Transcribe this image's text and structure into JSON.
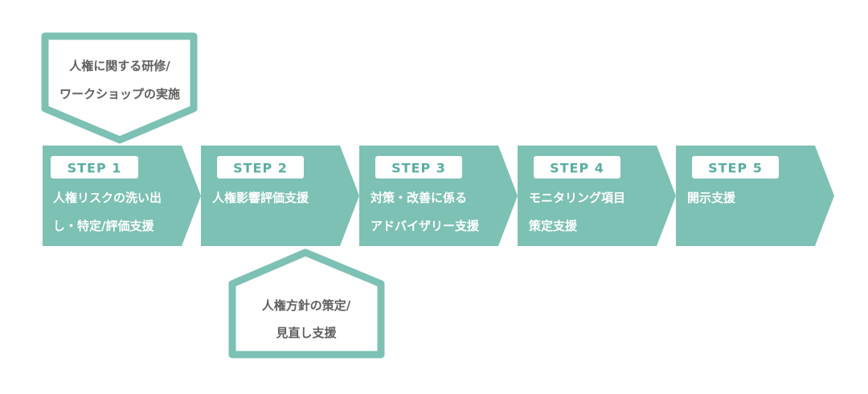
{
  "colors": {
    "step_fill": "#7cc1b3",
    "badge_fill": "#ffffff",
    "badge_text": "#5aaea0",
    "step_text": "#ffffff",
    "callout_border": "#7cc1b3",
    "callout_text": "#5f5f5f"
  },
  "steps": [
    {
      "badge": "STEP 1",
      "line1": "人権リスクの洗い出",
      "line2": "し・特定/評価支援"
    },
    {
      "badge": "STEP 2",
      "line1": "人権影響評価支援",
      "line2": ""
    },
    {
      "badge": "STEP 3",
      "line1": "対策・改善に係る",
      "line2": "アドバイザリー支援"
    },
    {
      "badge": "STEP 4",
      "line1": "モニタリング項目",
      "line2": "策定支援"
    },
    {
      "badge": "STEP 5",
      "line1": "開示支援",
      "line2": ""
    }
  ],
  "callouts": {
    "top": {
      "line1": "人権に関する研修/",
      "line2": "ワークショップの実施"
    },
    "bottom": {
      "line1": "人権方針の策定/",
      "line2": "見直し支援"
    }
  }
}
